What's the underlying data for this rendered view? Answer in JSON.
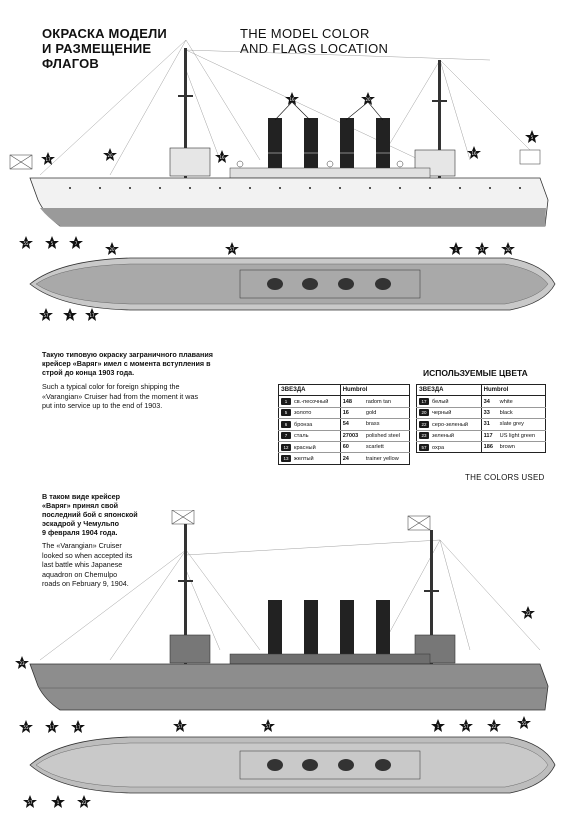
{
  "header": {
    "title_ru_line1": "ОКРАСКА МОДЕЛИ",
    "title_ru_line2": "И РАЗМЕЩЕНИЕ",
    "title_ru_line3": "ФЛАГОВ",
    "title_en_line1": "THE MODEL COLOR",
    "title_en_line2": "AND FLAGS LOCATION"
  },
  "scheme1": {
    "ru_line1": "Такую типовую окраску заграничного плавания",
    "ru_line2": "крейсер «Варяг» имел с момента вступления в",
    "ru_line3": "строй до конца 1903 года.",
    "en_line1": "Such a typical color for foreign shipping the",
    "en_line2": "«Varangian» Cruiser had from the moment it was",
    "en_line3": "put into service up to the end of 1903."
  },
  "scheme2": {
    "ru_line1": "В таком виде крейсер",
    "ru_line2": "«Варяг» принял свой",
    "ru_line3": "последний бой с японской",
    "ru_line4": "эскадрой у Чемульпо",
    "ru_line5": "9 февраля 1904 года.",
    "en_line1": "The «Varangian» Cruiser",
    "en_line2": "looked so when accepted its",
    "en_line3": "last battle whis Japanese",
    "en_line4": "aquadron on Chemulpo",
    "en_line5": "roads on February 9, 1904."
  },
  "colors": {
    "heading": "ИСПОЛЬЗУЕМЫЕ ЦВЕТА",
    "footer": "THE COLORS USED",
    "header_star": "ЗВЕЗДА",
    "header_brand": "Humbrol",
    "left": [
      {
        "code": "1",
        "ru": "св.-песочный",
        "num": "148",
        "en": "radom tan"
      },
      {
        "code": "5",
        "ru": "золото",
        "num": "16",
        "en": "gold"
      },
      {
        "code": "6",
        "ru": "бронза",
        "num": "54",
        "en": "brass"
      },
      {
        "code": "7",
        "ru": "сталь",
        "num": "27003",
        "en": "polished steel"
      },
      {
        "code": "12",
        "ru": "красный",
        "num": "60",
        "en": "scarlett"
      },
      {
        "code": "13",
        "ru": "желтый",
        "num": "24",
        "en": "trainer yellow"
      }
    ],
    "right": [
      {
        "code": "17",
        "ru": "белый",
        "num": "34",
        "en": "white"
      },
      {
        "code": "20",
        "ru": "черный",
        "num": "33",
        "en": "black"
      },
      {
        "code": "22",
        "ru": "серо-зеленый",
        "num": "31",
        "en": "slate grey"
      },
      {
        "code": "23",
        "ru": "зеленый",
        "num": "117",
        "en": "US light green"
      },
      {
        "code": "57",
        "ru": "охра",
        "num": "186",
        "en": "brown"
      }
    ]
  },
  "callouts": {
    "s1_side": [
      "17",
      "20",
      "16",
      "16",
      "20",
      "16",
      "5",
      "55",
      "5",
      "7"
    ],
    "s1_top": [
      "20",
      "57",
      "1",
      "57",
      "20",
      "57",
      "1",
      "17"
    ],
    "s2_side": [
      "22",
      "23",
      "55",
      "17",
      "17",
      "55"
    ],
    "s2_top": [
      "57",
      "57",
      "1",
      "57",
      "22",
      "57",
      "1",
      "22"
    ]
  },
  "palette": {
    "hull_white": "#f2f2f2",
    "hull_grey": "#8d8d8d",
    "deck_grey": "#b9b9b9",
    "funnel_black": "#222222",
    "red_waterline": "#9a9a9a"
  }
}
